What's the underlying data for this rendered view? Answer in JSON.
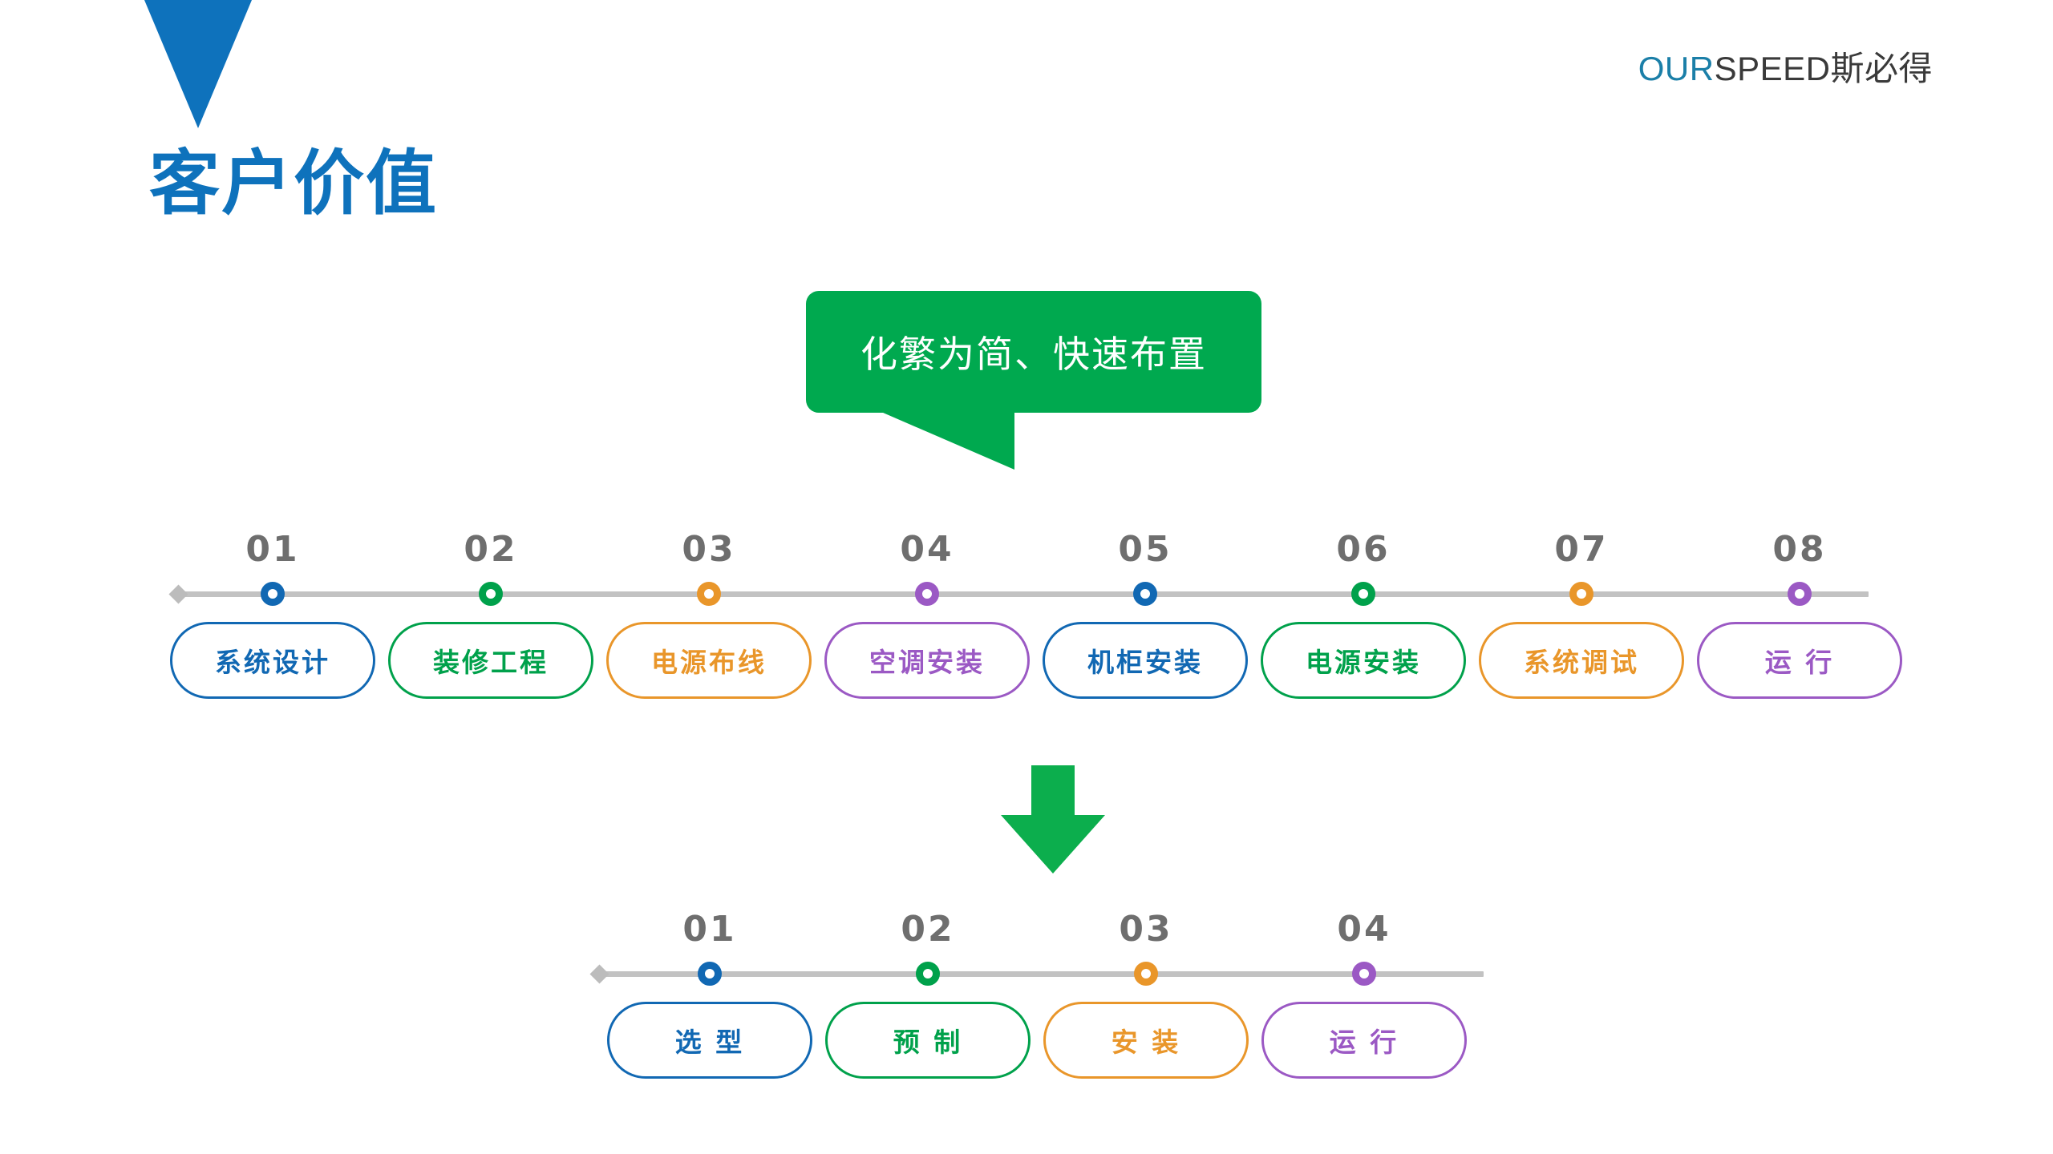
{
  "brand": {
    "prefix": "OUR",
    "suffix": "SPEED斯必得",
    "accent_color": "#1b7fa8",
    "text_color": "#3a3a3a"
  },
  "header": {
    "title": "客户价值",
    "title_color": "#0E72BC",
    "marker_icon": "triangle-down-icon",
    "marker_color": "#0E72BC"
  },
  "callout": {
    "text": "化繁为简、快速布置",
    "background": "#00A94F",
    "text_color": "#FFFFFF"
  },
  "divider": {
    "icon": "arrow-down-icon",
    "color": "#0CAE4D"
  },
  "palette": {
    "blue": "#1168B3",
    "green": "#00A14B",
    "orange": "#E9962A",
    "purple": "#9B59C4",
    "number_gray": "#6E6E6E",
    "line_gray": "#C2C2C2"
  },
  "timeline_top": {
    "name": "traditional-deployment-timeline",
    "steps": [
      {
        "number": "01",
        "label": "系统设计",
        "color": "#1168B3"
      },
      {
        "number": "02",
        "label": "装修工程",
        "color": "#00A14B"
      },
      {
        "number": "03",
        "label": "电源布线",
        "color": "#E9962A"
      },
      {
        "number": "04",
        "label": "空调安装",
        "color": "#9B59C4"
      },
      {
        "number": "05",
        "label": "机柜安装",
        "color": "#1168B3"
      },
      {
        "number": "06",
        "label": "电源安装",
        "color": "#00A14B"
      },
      {
        "number": "07",
        "label": "系统调试",
        "color": "#E9962A"
      },
      {
        "number": "08",
        "label": "运 行",
        "color": "#9B59C4"
      }
    ]
  },
  "timeline_bottom": {
    "name": "simplified-deployment-timeline",
    "steps": [
      {
        "number": "01",
        "label": "选 型",
        "color": "#1168B3"
      },
      {
        "number": "02",
        "label": "预 制",
        "color": "#00A14B"
      },
      {
        "number": "03",
        "label": "安 装",
        "color": "#E9962A"
      },
      {
        "number": "04",
        "label": "运 行",
        "color": "#9B59C4"
      }
    ]
  }
}
